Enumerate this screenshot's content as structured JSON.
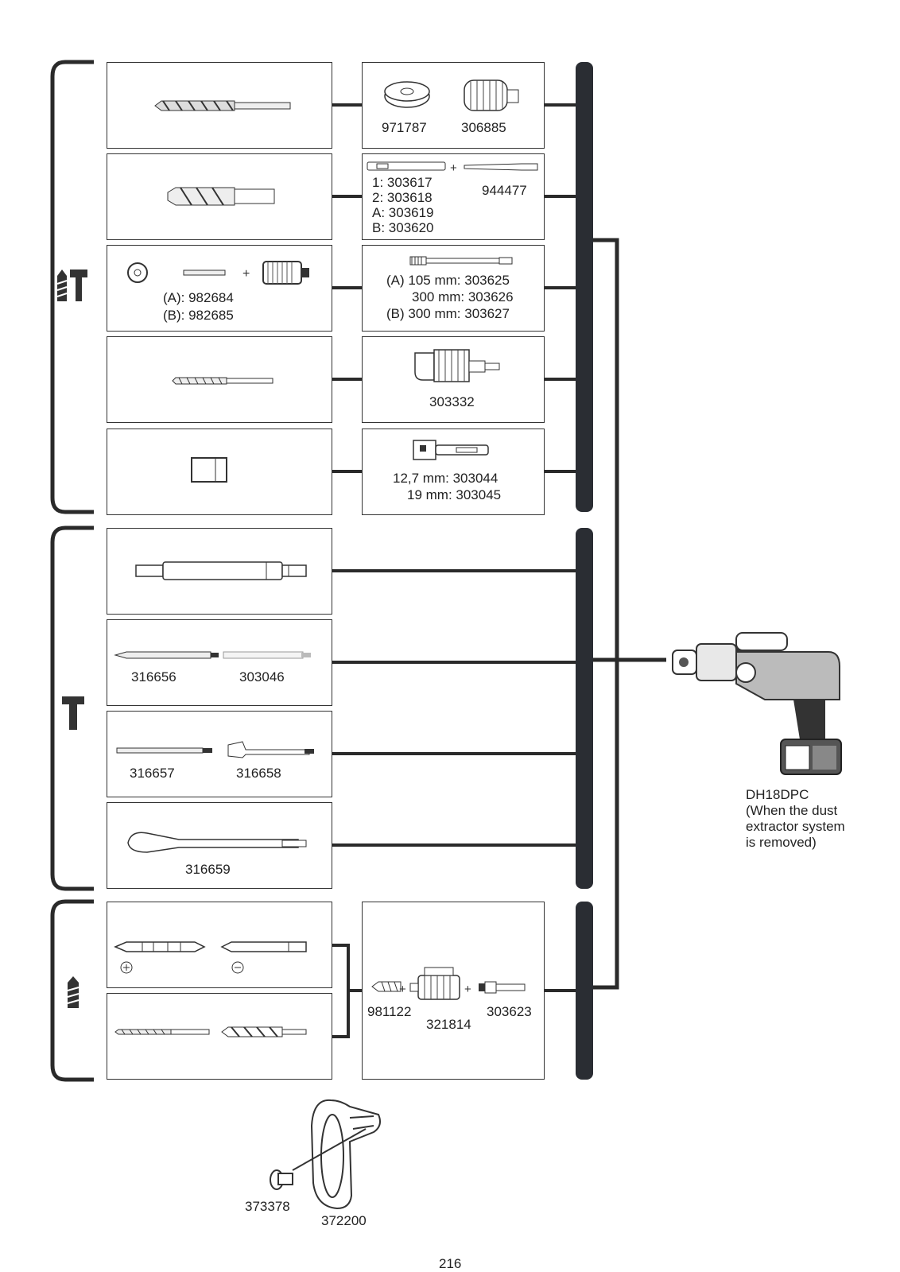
{
  "hammer_drill": {
    "rows": [
      {
        "right": [
          "971787",
          "306885"
        ]
      },
      {
        "right": [
          "1: 303617",
          "2: 303618",
          "A: 303619",
          "B: 303620",
          "944477"
        ]
      },
      {
        "left": [
          "(A): 982684",
          "(B): 982685"
        ],
        "right": [
          "(A) 105 mm: 303625",
          "300 mm: 303626",
          "(B) 300 mm: 303627"
        ]
      },
      {
        "right": [
          "303332"
        ]
      },
      {
        "right": [
          "12,7 mm: 303044",
          "19 mm: 303045"
        ]
      }
    ]
  },
  "hammer_only": {
    "rows": [
      {
        "items": []
      },
      {
        "items": [
          "316656",
          "303046"
        ]
      },
      {
        "items": [
          "316657",
          "316658"
        ]
      },
      {
        "items": [
          "316659"
        ]
      }
    ]
  },
  "drill_only": {
    "right": [
      "981122",
      "321814",
      "303623"
    ]
  },
  "tool": {
    "model": "DH18DPC",
    "note": [
      "(When the dust",
      "extractor system",
      "is removed)"
    ]
  },
  "bottom_parts": [
    "373378",
    "372200"
  ],
  "page_number": "216"
}
